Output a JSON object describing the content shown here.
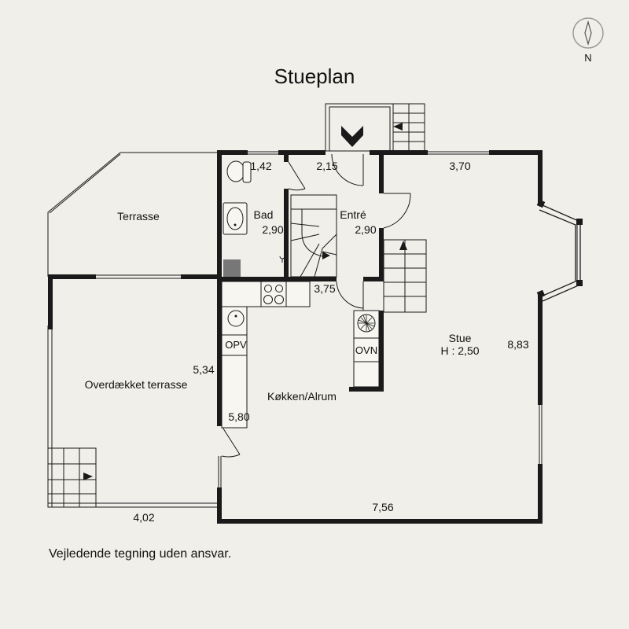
{
  "title": "Stueplan",
  "compass": {
    "label": "N"
  },
  "disclaimer": "Vejledende tegning uden ansvar.",
  "rooms": {
    "terrasse": "Terrasse",
    "overdaekket": "Overdækket terrasse",
    "bad": "Bad",
    "entre": "Entré",
    "kokken": "Køkken/Alrum",
    "stue": "Stue",
    "stue_height": "H : 2,50"
  },
  "fixtures": {
    "opv": "OPV",
    "ovn": "OVN"
  },
  "dimensions": {
    "bad_w": "1,42",
    "bad_h": "2,90",
    "entre_w": "2,15",
    "entre_h": "2,90",
    "stue_w": "3,70",
    "stue_h": "8,83",
    "kitchen_w": "3,75",
    "terrace_h": "5,34",
    "kitchen_h": "5,80",
    "stue_bottom": "7,56",
    "terrace_w": "4,02"
  }
}
